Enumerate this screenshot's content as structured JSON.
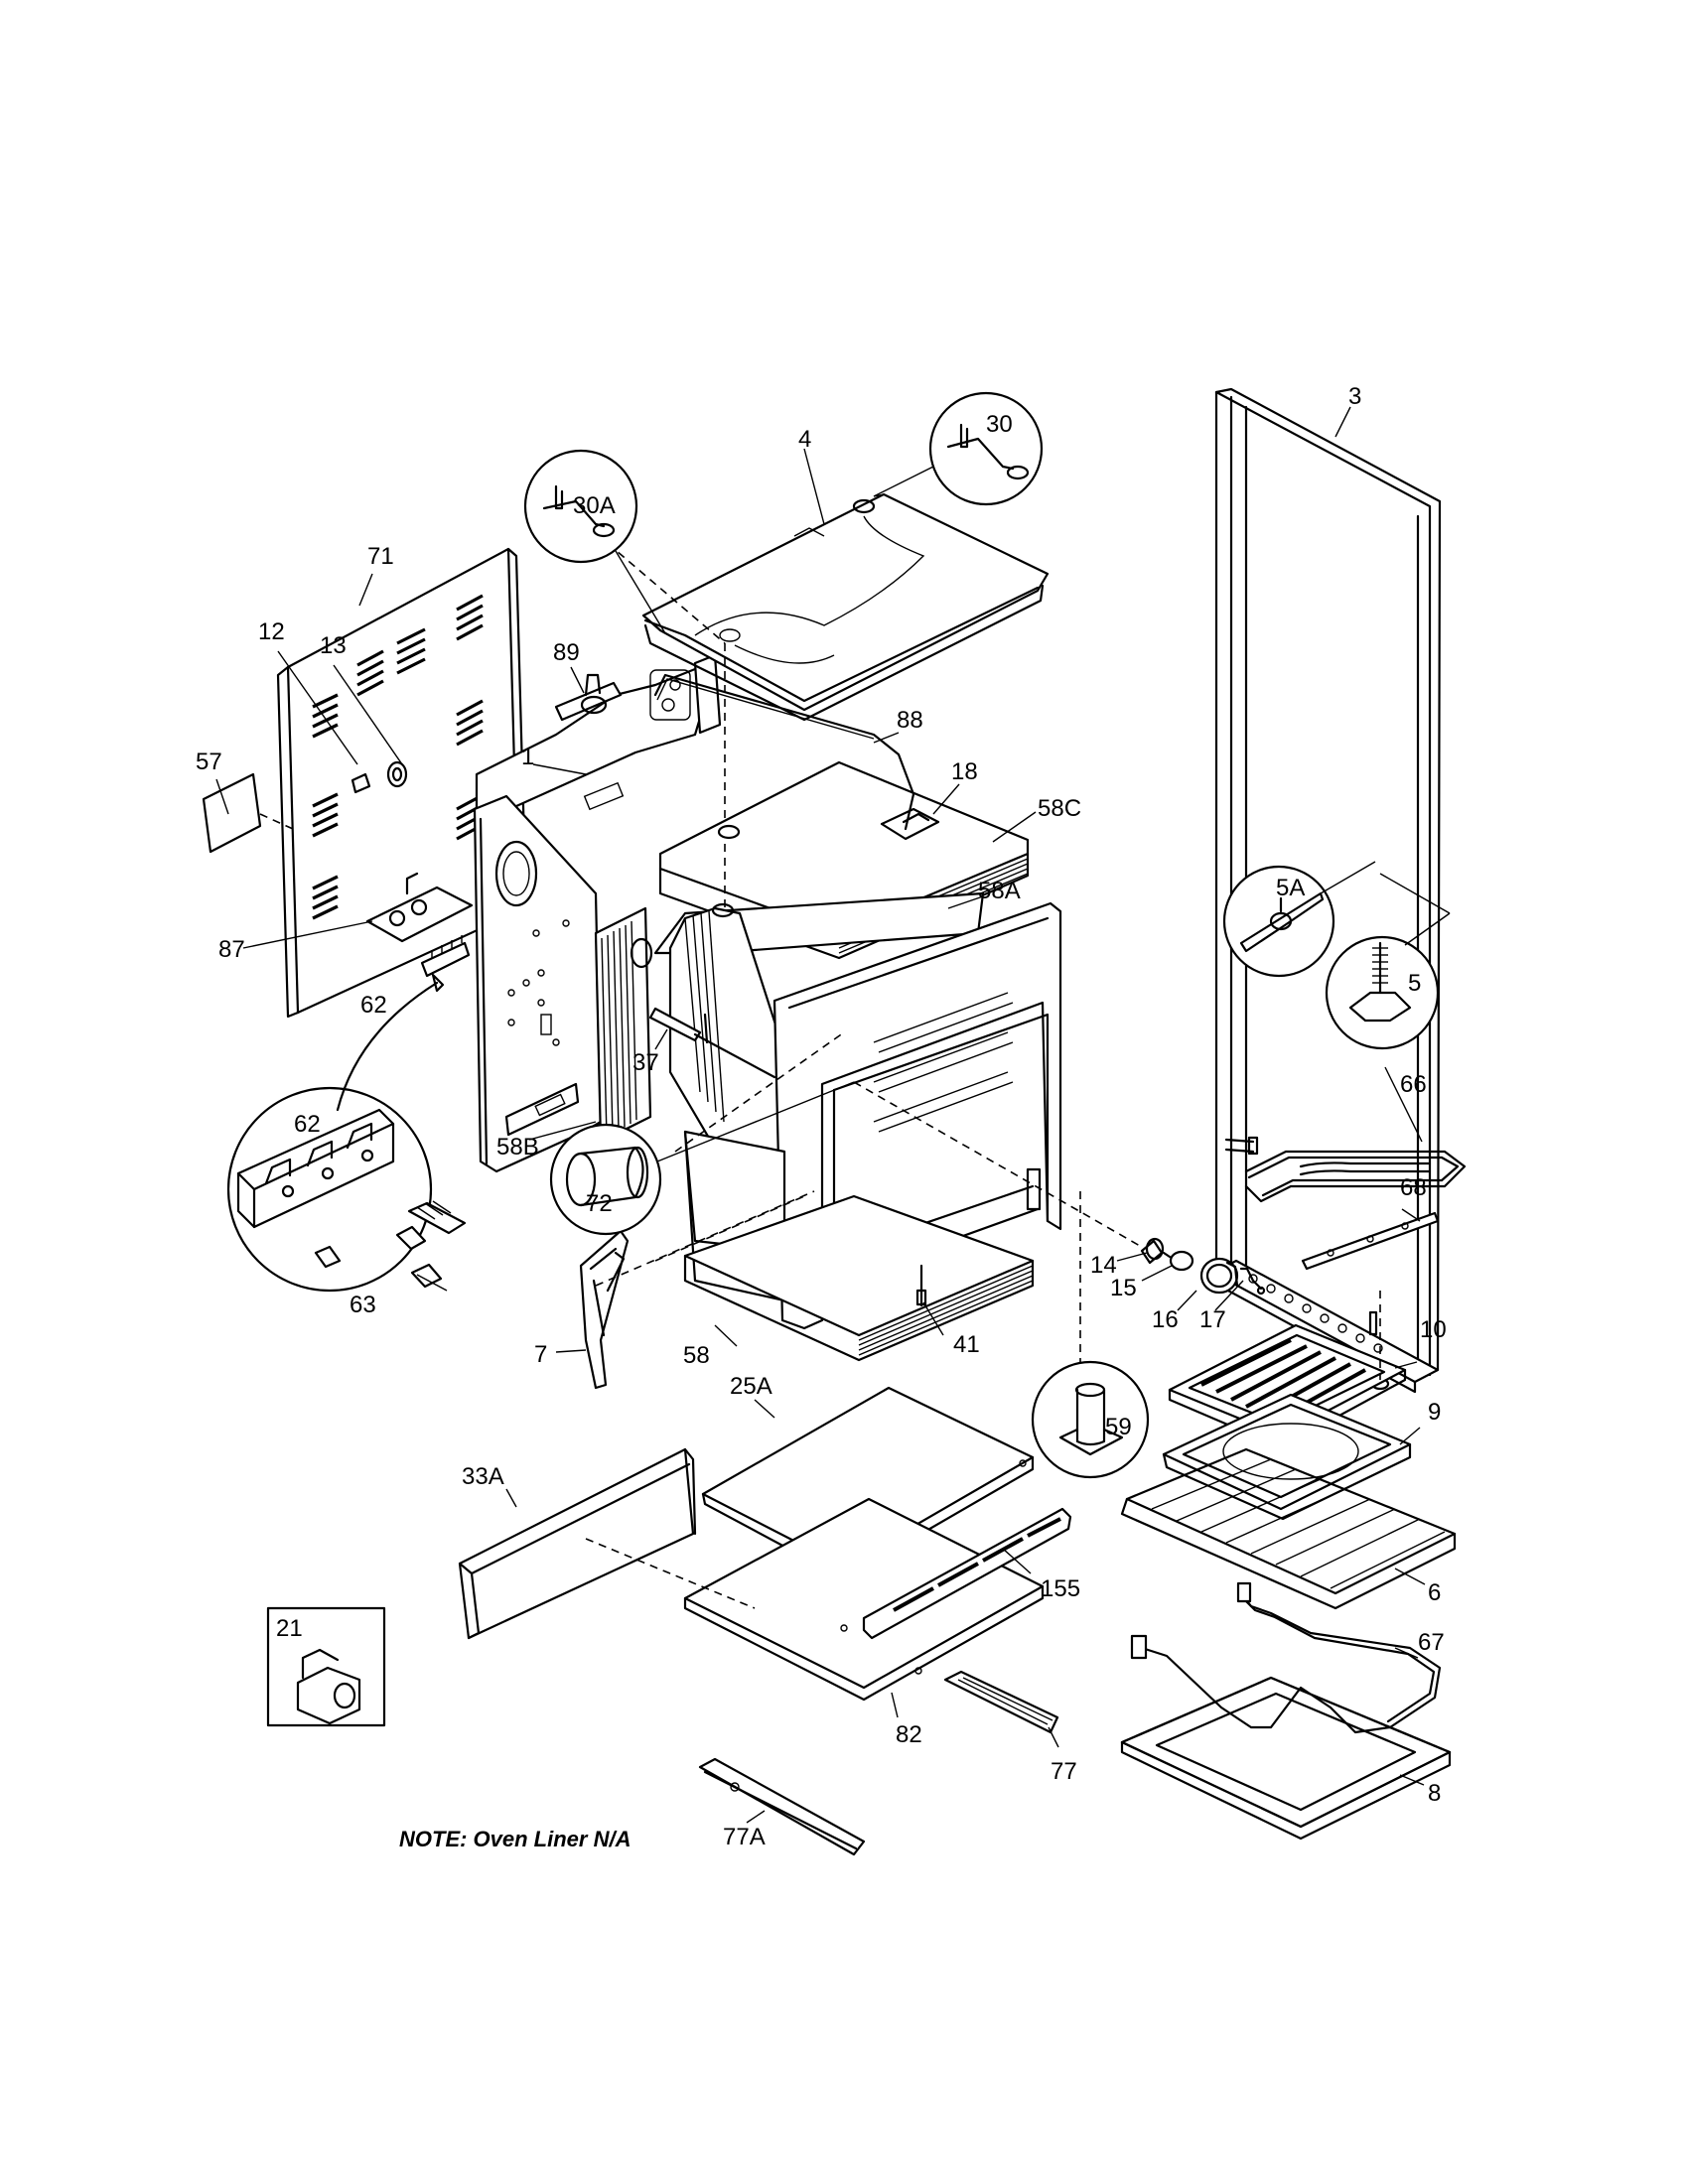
{
  "note": "NOTE: Oven Liner N/A",
  "labels": {
    "p1": "1",
    "p3": "3",
    "p4": "4",
    "p5": "5",
    "p5A": "5A",
    "p6": "6",
    "p7": "7",
    "p8": "8",
    "p9": "9",
    "p10": "10",
    "p12": "12",
    "p13": "13",
    "p14": "14",
    "p15": "15",
    "p16": "16",
    "p17": "17",
    "p18": "18",
    "p21": "21",
    "p25A": "25A",
    "p30": "30",
    "p30A": "30A",
    "p33A": "33A",
    "p37": "37",
    "p41": "41",
    "p57": "57",
    "p58": "58",
    "p58A": "58A",
    "p58B": "58B",
    "p58C": "58C",
    "p59": "59",
    "p62a": "62",
    "p62b": "62",
    "p63": "63",
    "p66": "66",
    "p67": "67",
    "p68": "68",
    "p71": "71",
    "p72": "72",
    "p77": "77",
    "p77A": "77A",
    "p82": "82",
    "p87": "87",
    "p88": "88",
    "p89": "89",
    "p155": "155"
  }
}
